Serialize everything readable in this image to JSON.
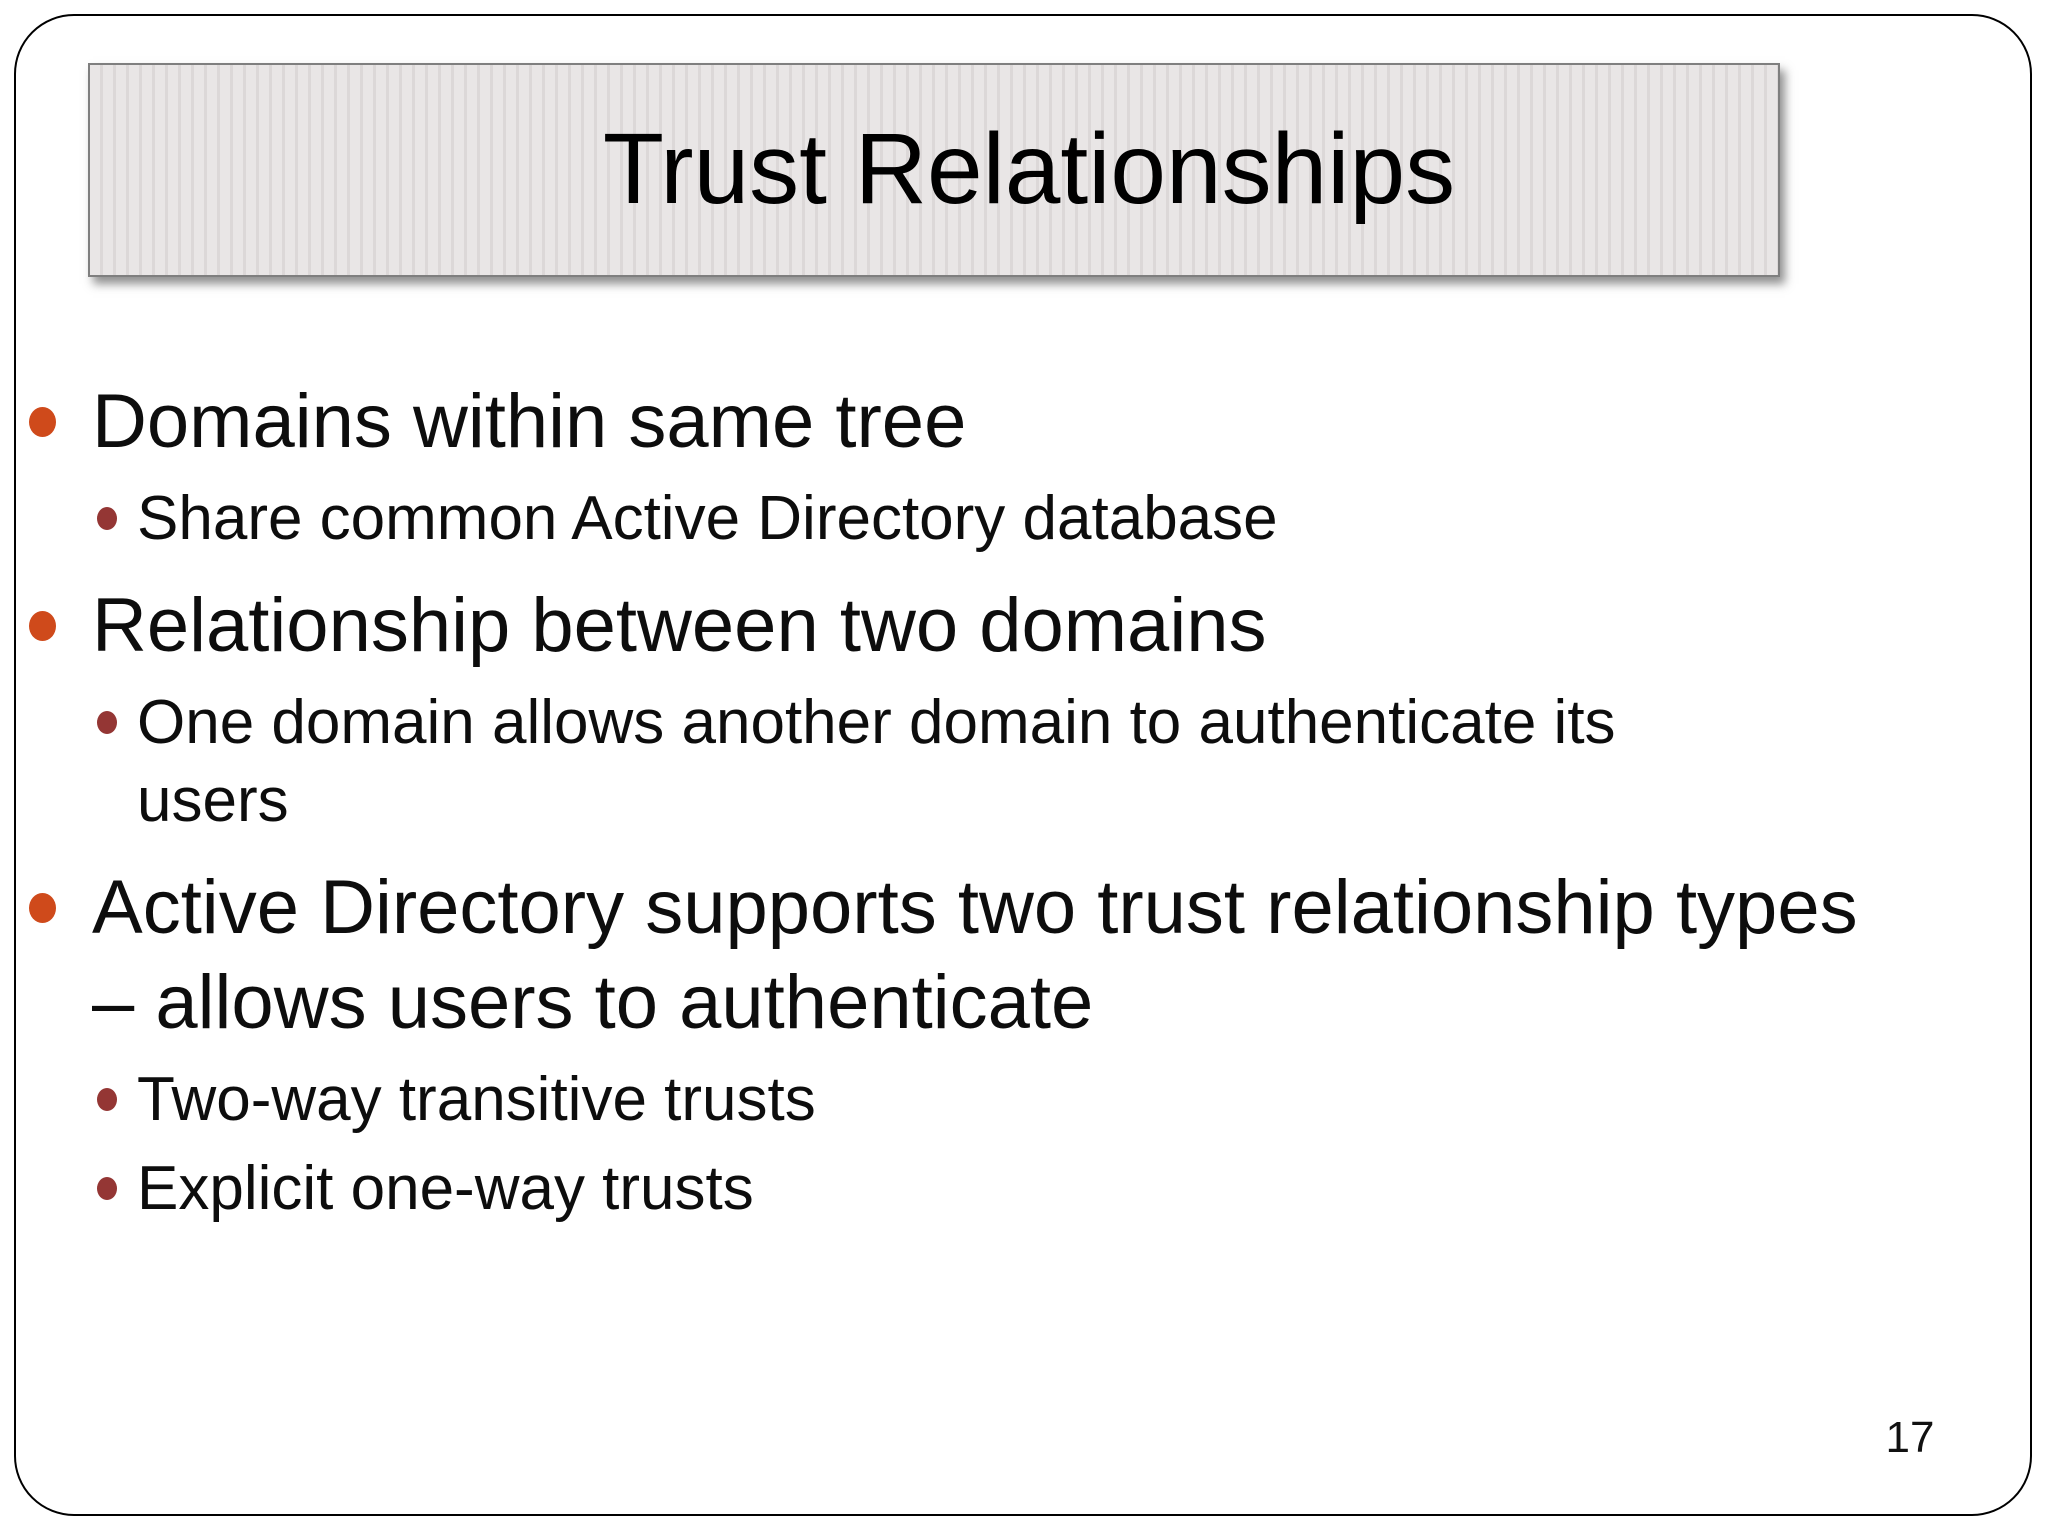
{
  "slide": {
    "title": "Trust Relationships",
    "page_number": "17",
    "bullets": [
      {
        "level": 1,
        "text": "Domains within same tree"
      },
      {
        "level": 2,
        "text": "Share common Active Directory database"
      },
      {
        "level": 1,
        "text": "Relationship between two domains"
      },
      {
        "level": 2,
        "text": "One domain allows another domain to authenticate its\nusers"
      },
      {
        "level": 1,
        "text": "Active Directory supports two trust relationship types\n– allows users to authenticate"
      },
      {
        "level": 2,
        "text": "Two-way transitive trusts"
      },
      {
        "level": 2,
        "text": "Explicit one-way trusts"
      }
    ],
    "colors": {
      "bullet_level1": "#cf4a1b",
      "bullet_level2": "#943634",
      "title_bar_bg": "#e9e6e6",
      "title_bar_stripe": "#dcd8d8",
      "title_bar_border": "#7f7f7f",
      "frame_border": "#000000",
      "text": "#0d0d0d"
    }
  }
}
